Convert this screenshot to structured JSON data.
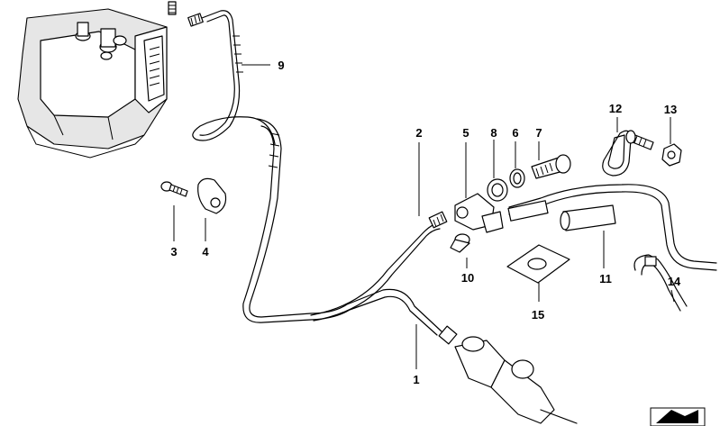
{
  "callouts": {
    "c1": "1",
    "c2": "2",
    "c3": "3",
    "c4": "4",
    "c5": "5",
    "c6": "6",
    "c7": "7",
    "c8": "8",
    "c9": "9",
    "c10": "10",
    "c11": "11",
    "c12": "12",
    "c13": "13",
    "c14": "14",
    "c15": "15"
  },
  "colors": {
    "line": "#000000",
    "background": "#ffffff",
    "shade": "#e6e6e6"
  }
}
